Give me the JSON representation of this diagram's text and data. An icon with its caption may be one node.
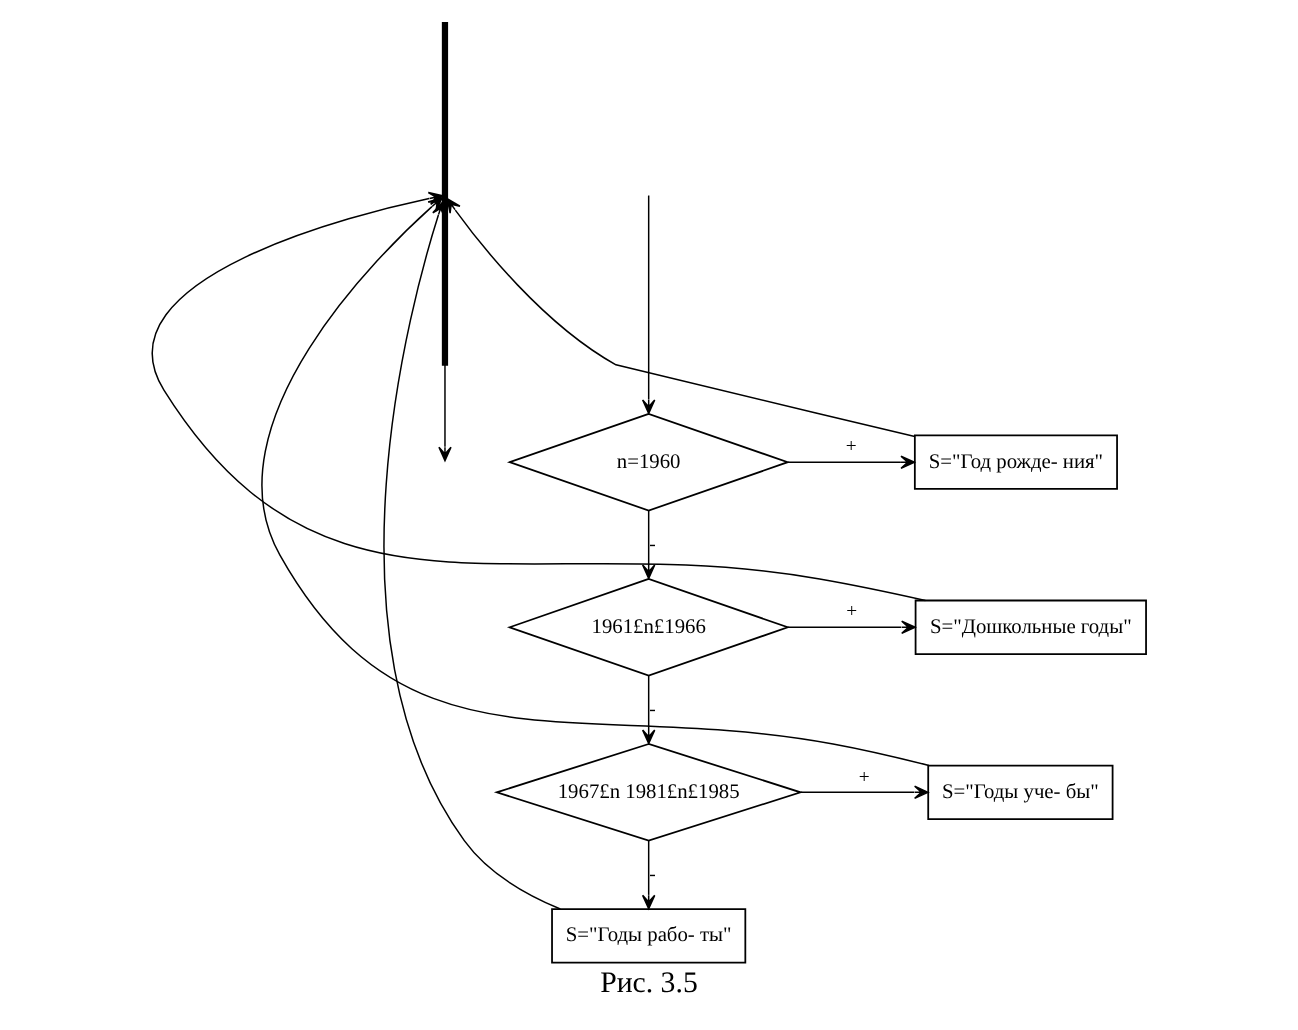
{
  "diagram": {
    "caption": "Рис. 3.5",
    "nodes": [
      {
        "text": [
          "n=1960"
        ]
      },
      {
        "text": [
          "S=\"Год рожде- ния\""
        ]
      },
      {
        "text": [
          "1961£n£1966"
        ]
      },
      {
        "text": [
          "S=\"Дошкольные годы\""
        ]
      },
      {
        "text": [
          "1967£n 1981£n£1985"
        ]
      },
      {
        "text": [
          "S=\"Годы уче- бы\""
        ]
      },
      {
        "text": [
          "S=\"Годы рабо- ты\""
        ]
      },
      {
        "text": [],
        "shape": "bar"
      }
    ],
    "edges": [
      {
        "from": null,
        "to": 0,
        "arrow": "to"
      },
      {
        "from": 0,
        "to": 1,
        "arrow": "to",
        "label": "+"
      },
      {
        "from": 0,
        "to": 2,
        "arrow": "to",
        "label": "-"
      },
      {
        "from": 2,
        "to": 3,
        "arrow": "to",
        "label": "+"
      },
      {
        "from": 2,
        "to": 4,
        "arrow": "to",
        "label": "-"
      },
      {
        "from": 4,
        "to": 5,
        "arrow": "to",
        "label": "+"
      },
      {
        "from": 4,
        "to": 6,
        "arrow": "to",
        "label": "-"
      },
      {
        "from": 1,
        "to": 7,
        "arrow": "to"
      },
      {
        "from": 3,
        "to": 7,
        "arrow": "to"
      },
      {
        "from": 5,
        "to": 7,
        "arrow": "to"
      },
      {
        "from": 6,
        "to": 7,
        "arrow": "to"
      },
      {
        "from": 7,
        "to": null,
        "arrow": "to"
      }
    ]
  }
}
